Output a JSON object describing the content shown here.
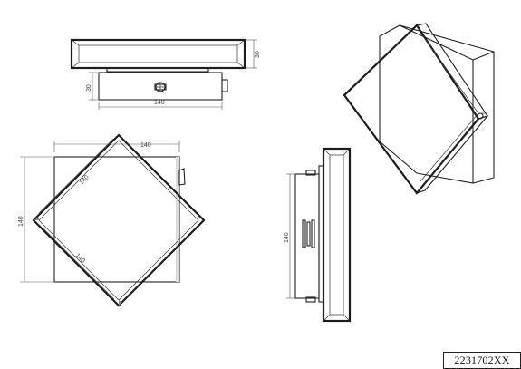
{
  "drawing": {
    "article_number": "2231702XX",
    "dimensions": {
      "top_view_width": "140",
      "top_view_panel_depth": "30",
      "top_view_base_depth": "30",
      "front_view_diagonal_width": "140",
      "front_view_height": "140",
      "front_view_edge_a": "140",
      "front_view_edge_b": "140",
      "side_view_height": "140"
    }
  }
}
